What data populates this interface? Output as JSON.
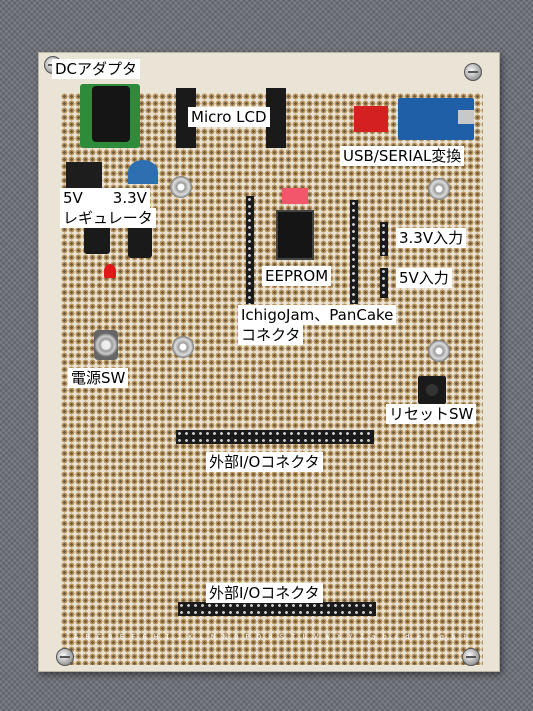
{
  "labels": {
    "dc_adapter": "DCアダプタ",
    "micro_lcd": "Micro LCD",
    "usb_serial": "USB/SERIAL変換",
    "regulator_voltages": "5V　　3.3V",
    "regulator": "レギュレータ",
    "input_33v": "3.3V入力",
    "eeprom": "EEPROM",
    "input_5v": "5V入力",
    "connector_line1": "IchigoJam、PanCake",
    "connector_line2": "コネクタ",
    "power_sw": "電源SW",
    "reset_sw": "リセットSW",
    "external_io_1": "外部I/Oコネクタ",
    "external_io_2": "外部I/Oコネクタ"
  },
  "column_letters": "A B C D E F G H I J K L M N O P Q R S T U V W X Y Z a b c d e f g h i j k l m n",
  "colors": {
    "board": "#e9e4d6",
    "pad": "#b8925a",
    "header": "#111111",
    "carpet": "#6d7078",
    "dc_jack_pcb": "#2e8b3a",
    "usb_module": "#1f5fa8",
    "red_component": "#d42020"
  }
}
